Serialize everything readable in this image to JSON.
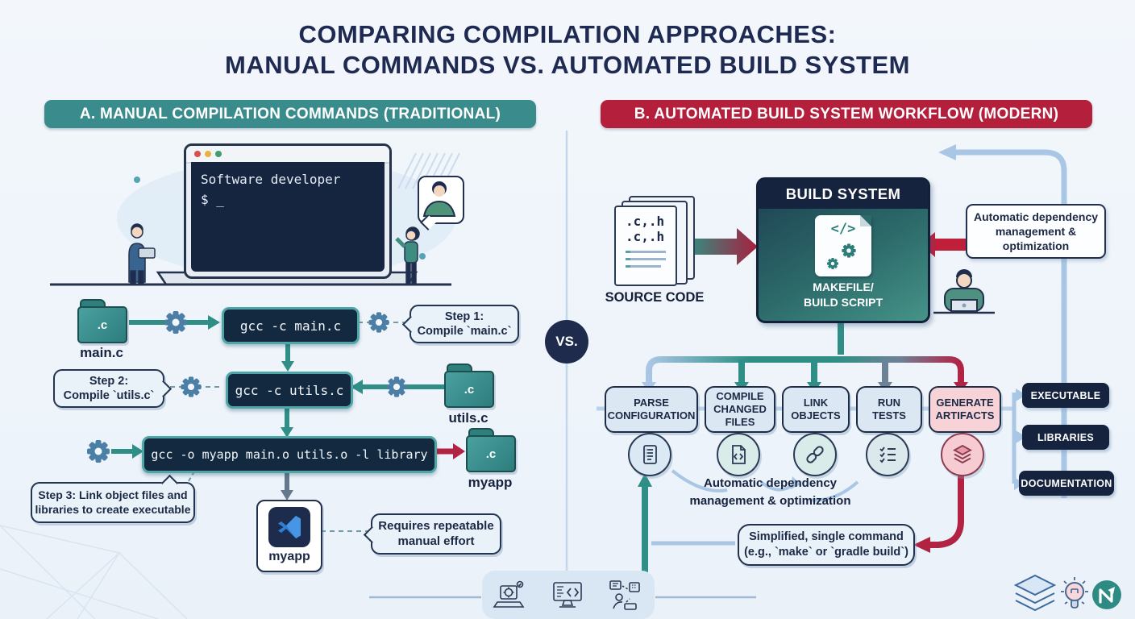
{
  "title": {
    "line1": "COMPARING COMPILATION APPROACHES:",
    "line2": "MANUAL COMMANDS VS. AUTOMATED BUILD SYSTEM"
  },
  "vs_label": "VS.",
  "panel_a": {
    "header": "A. MANUAL COMPILATION COMMANDS (TRADITIONAL)",
    "terminal": {
      "line1": "Software developer",
      "line2": "$ _"
    },
    "folders": {
      "main": {
        "ext": ".c",
        "label": "main.c"
      },
      "utils": {
        "ext": ".c",
        "label": "utils.c"
      },
      "myapp": {
        "ext": ".c",
        "label": "myapp"
      }
    },
    "commands": {
      "compile_main": "gcc -c main.c",
      "compile_utils": "gcc -c utils.c",
      "link": "gcc -o myapp main.o utils.o -l library"
    },
    "steps": {
      "step1": "Step 1:\nCompile `main.c`",
      "step2": "Step 2:\nCompile `utils.c`",
      "step3": "Step 3: Link object files and\nlibraries to create executable"
    },
    "app": {
      "label": "myapp"
    },
    "note": "Requires repeatable\nmanual effort"
  },
  "panel_b": {
    "header": "B. AUTOMATED BUILD SYSTEM WORKFLOW (MODERN)",
    "source": {
      "file_line1": ".c,.h",
      "file_line2": ".c,.h",
      "label": "SOURCE CODE"
    },
    "build_system": {
      "title": "BUILD SYSTEM",
      "code_glyph": "</>",
      "subtitle": "MAKEFILE/\nBUILD SCRIPT"
    },
    "dependency_note": "Automatic dependency\nmanagement &\noptimization",
    "steps": [
      "PARSE\nCONFIGURATION",
      "COMPILE\nCHANGED\nFILES",
      "LINK\nOBJECTS",
      "RUN\nTESTS",
      "GENERATE\nARTIFACTS"
    ],
    "step_icons": [
      "config-doc-icon",
      "code-file-icon",
      "link-icon",
      "checklist-icon",
      "layers-icon"
    ],
    "auto_note": "Automatic dependency\nmanagement & optimization",
    "simplified_note": "Simplified, single command\n(e.g., `make` or `gradle build`)",
    "outputs": [
      "EXECUTABLE",
      "LIBRARIES",
      "DOCUMENTATION"
    ]
  },
  "colors": {
    "teal": "#3a8c8c",
    "crimson": "#b41f3c",
    "navy": "#16233f",
    "light_blue": "#a9c6e4",
    "pink_step": "#f7d3d8"
  }
}
